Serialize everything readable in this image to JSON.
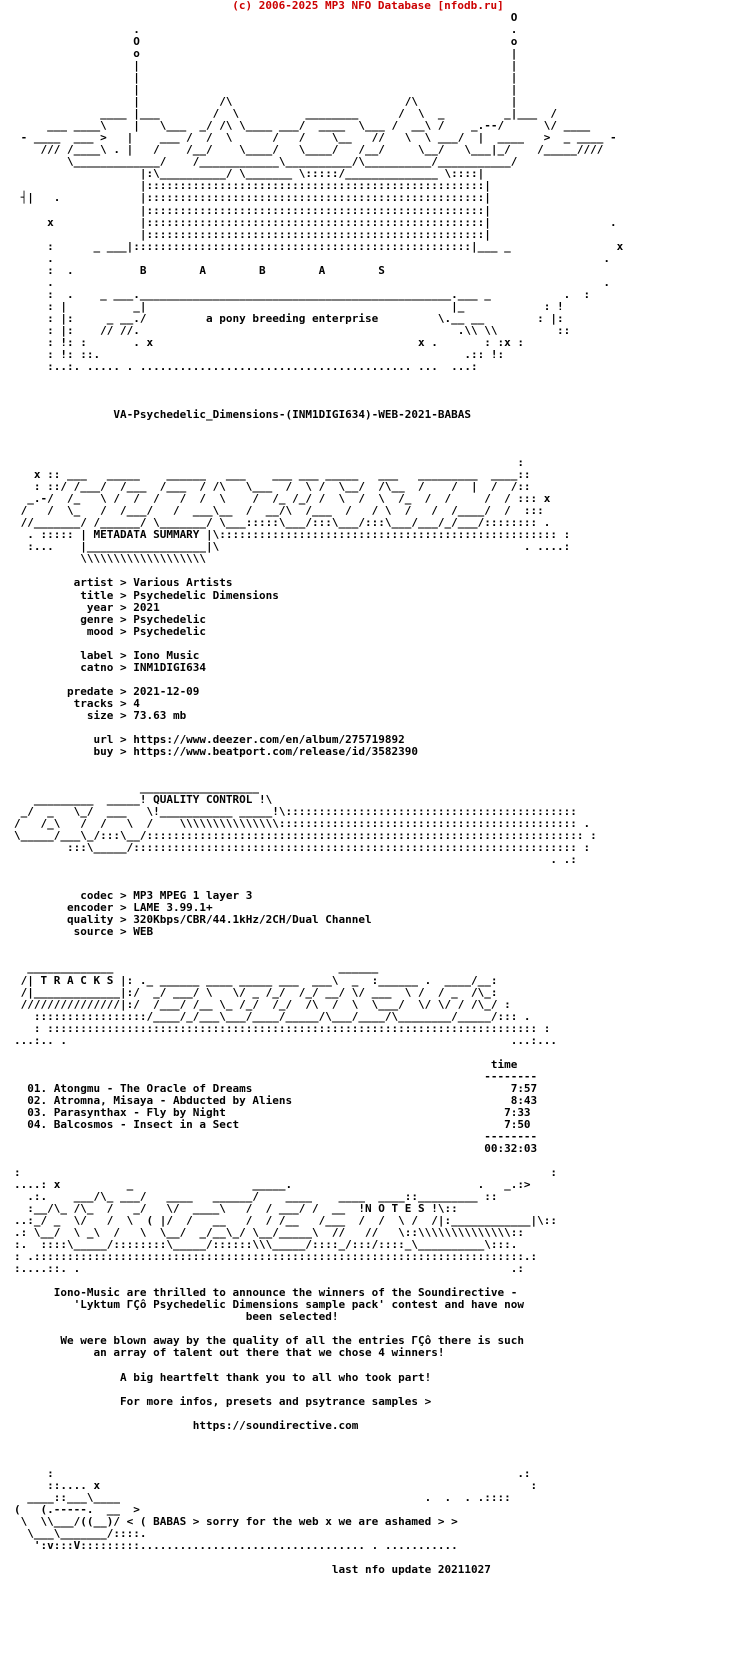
{
  "header": {
    "text": "(c) 2006-2025 MP3 NFO Database [nfodb.ru]",
    "color": "#cc0000"
  },
  "nfo": {
    "lines": [
      "                                                                           O",
      "                  .                                                        .",
      "                  O                                                        o",
      "                  o                                                        |",
      "                  |                                                        |",
      "                  |                                                        |",
      "                  |                                                        |",
      "                  |            /\\                          /\\              |",
      "             ____ |___        /  \\          ________      /  \\  _         _|___  /",
      "     ___ ____\\    |   \\___  _/ /\\ \\____ ___/  ____  \\___ /  __\\ /    _.--/      \\/ ____",
      " - ____  ___ >   |    ___ /  /  \\      /   /    \\__   //   \\  \\ ___/  |  ____   >  _ ____ -",
      "    /// /____\\ . |   /    /__/    \\____/   \\____/   /__/     \\__/   \\___|_/    /_____////",
      "        \\_____________/    /____________\\__________/\\__________/___________/",
      "                   |:\\__________/ \\_______ \\:::::/______________ \\::::|",
      "                   |:::::::::::::::::::::::::::::::::::::::::::::::::::|",
      " ┤|   .            |:::::::::::::::::::::::::::::::::::::::::::::::::::|",
      "                   |:::::::::::::::::::::::::::::::::::::::::::::::::::|",
      "     x             |:::::::::::::::::::::::::::::::::::::::::::::::::::|                  .",
      "                   |:::::::::::::::::::::::::::::::::::::::::::::::::::|",
      "     :      _ ___|:::::::::::::::::::::::::::::::::::::::::::::::::::|___ _                x",
      "     .                                                                                   .",
      "     :  .          B        A        B        A        S",
      "     .                                                                                   .",
      "     :  .    _ ___._______________________________________________.___ _           .  :",
      "     : |          _|                                              |_            : !",
      "     : |:     _ __./         a pony breeding enterprise         \\.__ __        : |:",
      "     : |:    // //.                                                .\\\\ \\\\         ::",
      "     : !: :       . x                                        x .       : :x :",
      "     : !: ::.                                                       .:: !:",
      "     :..:. ..... . ......................................... ...  ...:",
      "",
      "",
      "",
      "               VA-Psychedelic_Dimensions-(INM1DIGI634)-WEB-2021-BABAS",
      "",
      "",
      "",
      "                                                                            :",
      "   x :: ___   _____    ______   ___    ___ ___ _____   ___   _________  ____::",
      "   : ::/ /___/  /___  /___  / /\\   \\___  /  \\ /  \\__/  /\\__  /    /  |  /  /::",
      "  _.-/  /_   \\ /  /  /   /  /  \\    /  /_ /_/ /  \\  /  \\  /_  /  /     /  / ::: x",
      " /   /  \\_   /  /___/   /  ___\\__  /  __/\\  /___  /   / \\  /   /  /____/  /  :::",
      " //_______/ /______/ \\_______/ \\___:::::\\___/:::\\___/:::\\___/___/_/___/:::::::: .",
      "  . ::::: | METADATA SUMMARY |\\::::::::::::::::::::::::::::::::::::::::::::::::::: :",
      "  :...    |__________________|\\                                              . ....:",
      "          \\\\\\\\\\\\\\\\\\\\\\\\\\\\\\\\\\\\\\",
      "",
      "         artist > Various Artists",
      "          title > Psychedelic Dimensions",
      "           year > 2021",
      "          genre > Psychedelic",
      "           mood > Psychedelic",
      "",
      "          label > Iono Music",
      "          catno > INM1DIGI634",
      "",
      "        predate > 2021-12-09",
      "         tracks > 4",
      "           size > 73.63 mb",
      "",
      "            url > https://www.deezer.com/en/album/275719892",
      "            buy > https://www.beatport.com/release/id/3582390",
      "",
      "",
      "                   __________________",
      "   _________  _____! QUALITY CONTROL !\\",
      " _/  _   \\_/  ___   \\!___________ _____!\\::::::::::::::::::::::::::::::::::::::::::::",
      "/   /_\\   /  /   \\  /    \\\\\\\\\\\\\\\\\\\\\\\\\\\\\\::::::::::::::::::::::::::::::::::::::::::::: .",
      "\\_____/___\\_/:::\\__/:::::::::::::::::::::::::::::::::::::::::::::::::::::::::::::::::: :",
      "        :::\\_____/::::::::::::::::::::::::::::::::::::::::::::::::::::::::::::::::::: :",
      "                                                                                 . .:",
      "",
      "",
      "          codec > MP3 MPEG 1 layer 3",
      "        encoder > LAME 3.99.1+",
      "        quality > 320Kbps/CBR/44.1kHz/2CH/Dual Channel",
      "         source > WEB",
      "",
      "",
      "  _____________                                  ______",
      " /| T R A C K S |: ._ ______ ____ _____ ___  ___\\  _  :______ .  ____/__:",
      " /|_____________|:/  _/ ___/ \\   \\/ _ /_/  /_/ __/ \\/ ___  \\ /  / _  /\\_:",
      " ///////////////|:/  /___/ /__ \\_ /_/  /_/  /\\  /  \\  \\___/  \\/ \\/ / /\\_/ :",
      "   :::::::::::::::::/____/_/___\\___/____/_____/\\___/____/\\________/_____/::: .",
      "   : :::::::::::::::::::::::::::::::::::::::::::::::::::::::::::::::::::::::::: :",
      "...:.. .                                                                   ...:...",
      "",
      "                                                                        time",
      "                                                                       --------",
      "  01. Atongmu - The Oracle of Dreams                                       7:57",
      "  02. Atromna, Misaya - Abducted by Aliens                                 8:43",
      "  03. Parasynthax - Fly by Night                                          7:33",
      "  04. Balcosmos - Insect in a Sect                                        7:50",
      "                                                                       --------",
      "                                                                       00:32:03",
      "",
      ":                                                                                :",
      "....: x          _                  _____.                            .   _.:>",
      "  .:.    ___/\\_ ___/   ____   ______/    ____    ____  ____::_________ ::",
      "  :__/\\_ /\\_  /   _/   \\/  ____\\   /  / ___/ /  __  !N O T E S !\\::",
      "..:_/ _  \\/   /  \\  ( |/  /   __   /  / /__   /___  /  /  \\ /  /|:____________|\\::",
      ".: \\__/  \\ _\\  /   \\  \\__/  _/__\\_/ \\__/_____\\  //   //   \\::\\\\\\\\\\\\\\\\\\\\\\\\\\\\::",
      ":.  ::::\\_____/::::::::\\_____/::::::\\\\\\_____/::::_/:::/::::_\\__________\\:::.",
      ": .::::::::::::::::::::::::::::::::::::::::::::::::::::::::::::::::::::::::::.:",
      ":....::. .                                                                 .:",
      "",
      "      Iono-Music are thrilled to announce the winners of the Soundirective -",
      "         'Lyktum ΓÇô Psychedelic Dimensions sample pack' contest and have now",
      "                                   been selected!",
      "",
      "       We were blown away by the quality of all the entries ΓÇô there is such",
      "            an array of talent out there that we chose 4 winners!",
      "",
      "                A big heartfelt thank you to all who took part!",
      "",
      "                For more infos, presets and psytrance samples >",
      "",
      "                           https://soundirective.com",
      "",
      "",
      "",
      "     :                                                                      .:",
      "     ::.... x                                                                 :",
      "  ____::___\\____                                              .  .  . .::::",
      "(   (.-----.  __  >",
      " \\  \\\\___/((__)/ < ( BABAS > sorry for the web x we are ashamed > >",
      "  \\___\\_______/::::.",
      "   ':v:::V:::::::::.................................. . ...........",
      "",
      "                                                last nfo update 20211027"
    ]
  }
}
